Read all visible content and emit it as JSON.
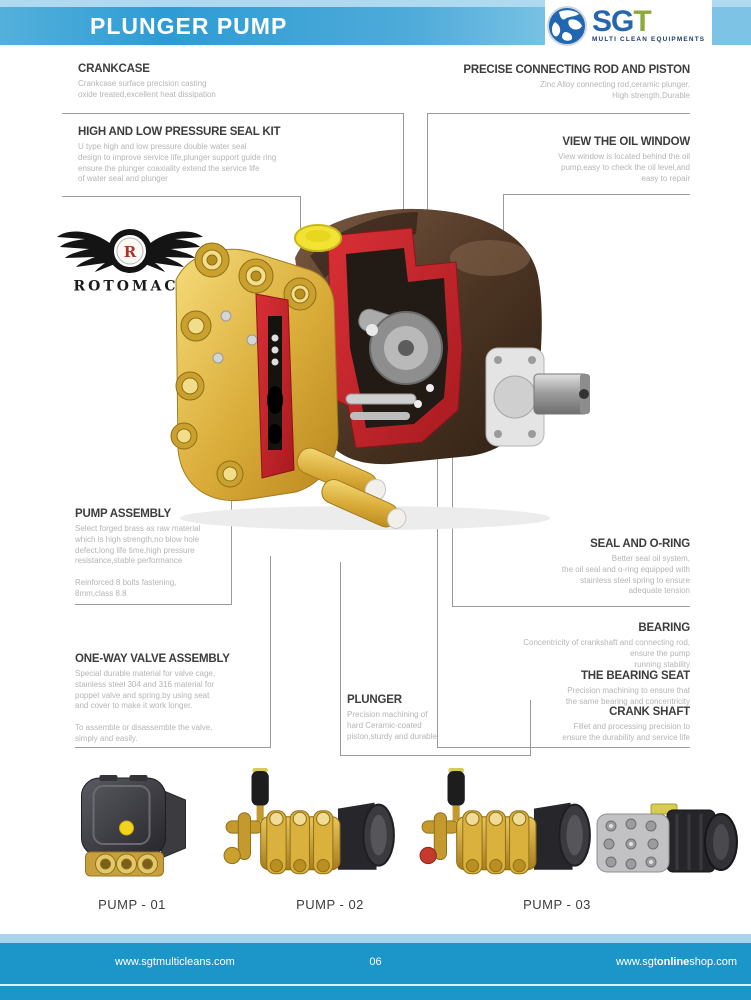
{
  "header": {
    "title": "PLUNGER PUMP",
    "logo": {
      "brand_blue": "SG",
      "brand_green": "T",
      "tagline": "MULTI CLEAN EQUIPMENTS"
    }
  },
  "rotomac": {
    "name": "ROTOMAC",
    "mark": "®",
    "initial": "R"
  },
  "callouts": {
    "crankcase": {
      "title": "CRANKCASE",
      "desc": "Crankcase surface precision casting\noxide treated,excellent heat dissipation"
    },
    "seal_kit": {
      "title": "HIGH AND LOW PRESSURE SEAL KIT",
      "desc": "U type high and low pressure double water seal\ndesign to improve service life,plunger support guide ring\nensure the plunger coaxiality extend the service life\nof water seal and plunger"
    },
    "pump_assembly": {
      "title": "PUMP ASSEMBLY",
      "desc": "Select forged brass as raw material\nwhich is high strength,no blow hole\ndefect,long life time,high pressure\nresistance,stable performance\n\nReinforced  8 bolts fastening,\n8mm,class 8.8"
    },
    "one_way_valve": {
      "title": "ONE-WAY VALVE ASSEMBLY",
      "desc": "Special durable material for valve cage,\nstainless steel 304 and 316 material for\npoppet valve and spring,by using seat\nand cover to make it work longer.\n\nTo assemble or disassemble the valve,\nsimply and easily."
    },
    "plunger": {
      "title": "PLUNGER",
      "desc": "Precision machining of\nhard Ceramic-coated\npiston,sturdy and durable"
    },
    "connecting_rod": {
      "title": "PRECISE CONNECTING ROD AND PISTON",
      "desc": "Zinc Alloy connecting rod,ceramic plunger.\nHigh strength,Durable"
    },
    "oil_window": {
      "title": "VIEW THE OIL WINDOW",
      "desc": "View window is located behind the oil\npump,easy to check the oil level,and\neasy to repair"
    },
    "seal_oring": {
      "title": "SEAL AND O-RING",
      "desc": "Better seal oil system,\nthe oil seal and o-ring equipped with\nstainless steel  spring to ensure\nadequate  tension"
    },
    "bearing": {
      "title": "BEARING",
      "desc": "Concentricity of crankshaft and connecting rod,\nensure the pump\nrunning stability"
    },
    "bearing_seat": {
      "title": "THE BEARING SEAT",
      "desc": "Precision machining to ensure that\nthe same bearing and concentricity"
    },
    "crank_shaft": {
      "title": "CRANK SHAFT",
      "desc": "Fillet and processing precision to\nensure the durability and service life"
    }
  },
  "products": [
    {
      "label": "PUMP - 01"
    },
    {
      "label": "PUMP - 02"
    },
    {
      "label": "PUMP - 03"
    }
  ],
  "footer": {
    "left_url": "www.sgtmulticleans.com",
    "page_number": "06",
    "right_url_pre": "www.sgt",
    "right_url_bold": "online",
    "right_url_post": "shop.com"
  },
  "colors": {
    "header_blue": "#2D9CD4",
    "footer_blue": "#1C96C9",
    "cutaway_red": "#C8252C",
    "brass_gold": "#D9B13C",
    "logo_blue": "#2766AE",
    "logo_green": "#8CA93B"
  }
}
